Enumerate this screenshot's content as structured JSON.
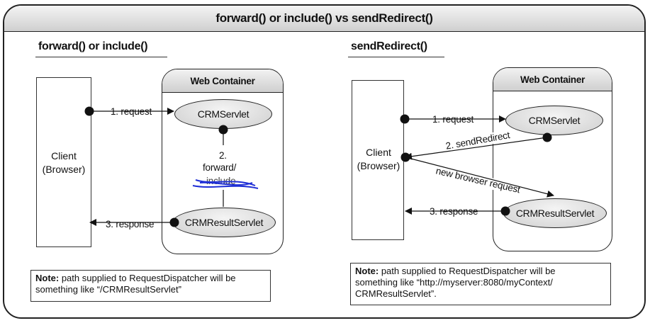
{
  "title": "forward() or include() vs sendRedirect()",
  "left": {
    "heading": "forward() or include()",
    "client_line1": "Client",
    "client_line2": "(Browser)",
    "container_title": "Web Container",
    "servlet_top": "CRMServlet",
    "servlet_bottom": "CRMResultServlet",
    "step1": "1. request",
    "step2_num": "2.",
    "step2_text": "forward/",
    "step2_struck": "include",
    "step3": "3. response",
    "note_bold": "Note:",
    "note_line1": " path supplied to RequestDispatcher will be",
    "note_line2": "something like “/CRMResultServlet”"
  },
  "right": {
    "heading": "sendRedirect()",
    "client_line1": "Client",
    "client_line2": "(Browser)",
    "container_title": "Web Container",
    "servlet_top": "CRMServlet",
    "servlet_bottom": "CRMResultServlet",
    "step1": "1. request",
    "step2": "2. sendRedirect",
    "new_request": "new browser request",
    "step3": "3. response",
    "note_bold": "Note:",
    "note_line1": " path supplied to RequestDispatcher will be",
    "note_line2": "something like “http://myserver:8080/myContext/",
    "note_line3": "CRMResultServlet”."
  },
  "colors": {
    "scribble": "#1f2fd6",
    "outline": "#222222"
  }
}
